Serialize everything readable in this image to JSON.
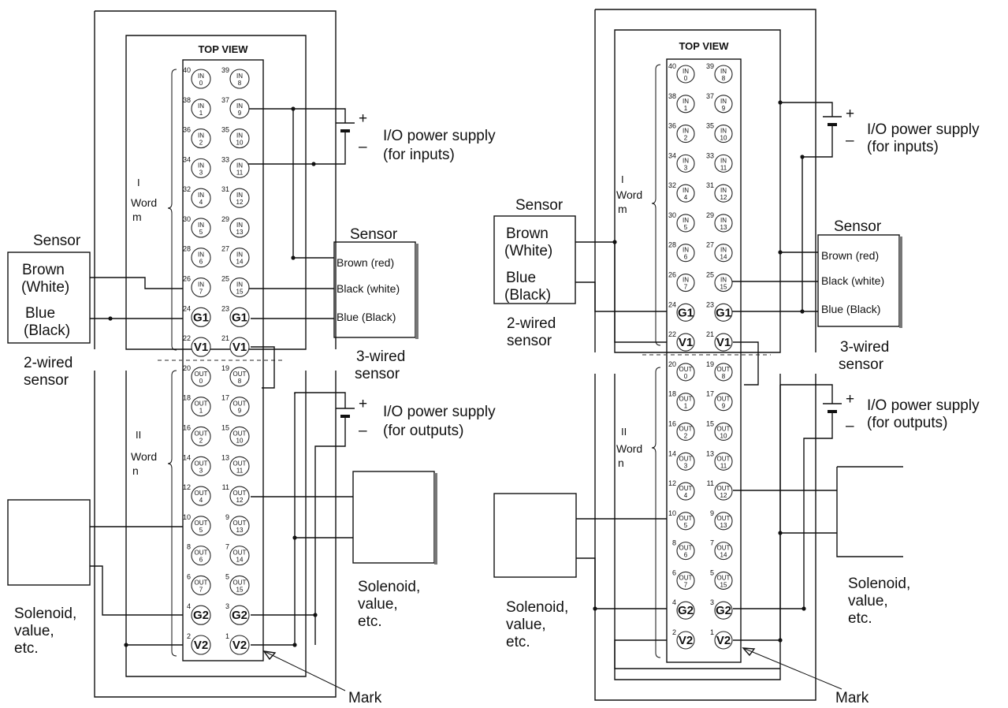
{
  "top_view": "TOP VIEW",
  "io_inputs": [
    "I/O power supply",
    "(for inputs)"
  ],
  "io_outputs": [
    "I/O power supply",
    "(for outputs)"
  ],
  "sensor": "Sensor",
  "brown_white": [
    "Brown",
    "(White)"
  ],
  "blue_black": [
    "Blue",
    "(Black)"
  ],
  "two_wired": [
    "2-wired",
    "sensor"
  ],
  "three_wired": [
    "3-wired",
    "sensor"
  ],
  "three_wire_leads": [
    "Brown (red)",
    "Black (white)",
    "Blue (Black)"
  ],
  "solenoid": [
    "Solenoid,",
    "value,",
    "etc."
  ],
  "mark": "Mark",
  "word_m": [
    "I",
    "Word",
    "m"
  ],
  "word_n": [
    "II",
    "Word",
    "n"
  ],
  "plus": "+",
  "minus": "–",
  "terminal_rows": [
    {
      "lp": "40",
      "lt": [
        "IN",
        "0"
      ],
      "rp": "39",
      "rt": [
        "IN",
        "8"
      ]
    },
    {
      "lp": "38",
      "lt": [
        "IN",
        "1"
      ],
      "rp": "37",
      "rt": [
        "IN",
        "9"
      ]
    },
    {
      "lp": "36",
      "lt": [
        "IN",
        "2"
      ],
      "rp": "35",
      "rt": [
        "IN",
        "10"
      ]
    },
    {
      "lp": "34",
      "lt": [
        "IN",
        "3"
      ],
      "rp": "33",
      "rt": [
        "IN",
        "11"
      ]
    },
    {
      "lp": "32",
      "lt": [
        "IN",
        "4"
      ],
      "rp": "31",
      "rt": [
        "IN",
        "12"
      ]
    },
    {
      "lp": "30",
      "lt": [
        "IN",
        "5"
      ],
      "rp": "29",
      "rt": [
        "IN",
        "13"
      ]
    },
    {
      "lp": "28",
      "lt": [
        "IN",
        "6"
      ],
      "rp": "27",
      "rt": [
        "IN",
        "14"
      ]
    },
    {
      "lp": "26",
      "lt": [
        "IN",
        "7"
      ],
      "rp": "25",
      "rt": [
        "IN",
        "15"
      ]
    },
    {
      "lp": "24",
      "lt": [
        "G1"
      ],
      "rp": "23",
      "rt": [
        "G1"
      ]
    },
    {
      "lp": "22",
      "lt": [
        "V1"
      ],
      "rp": "21",
      "rt": [
        "V1"
      ]
    },
    {
      "lp": "20",
      "lt": [
        "OUT",
        "0"
      ],
      "rp": "19",
      "rt": [
        "OUT",
        "8"
      ]
    },
    {
      "lp": "18",
      "lt": [
        "OUT",
        "1"
      ],
      "rp": "17",
      "rt": [
        "OUT",
        "9"
      ]
    },
    {
      "lp": "16",
      "lt": [
        "OUT",
        "2"
      ],
      "rp": "15",
      "rt": [
        "OUT",
        "10"
      ]
    },
    {
      "lp": "14",
      "lt": [
        "OUT",
        "3"
      ],
      "rp": "13",
      "rt": [
        "OUT",
        "11"
      ]
    },
    {
      "lp": "12",
      "lt": [
        "OUT",
        "4"
      ],
      "rp": "11",
      "rt": [
        "OUT",
        "12"
      ]
    },
    {
      "lp": "10",
      "lt": [
        "OUT",
        "5"
      ],
      "rp": "9",
      "rt": [
        "OUT",
        "13"
      ]
    },
    {
      "lp": "8",
      "lt": [
        "OUT",
        "6"
      ],
      "rp": "7",
      "rt": [
        "OUT",
        "14"
      ]
    },
    {
      "lp": "6",
      "lt": [
        "OUT",
        "7"
      ],
      "rp": "5",
      "rt": [
        "OUT",
        "15"
      ]
    },
    {
      "lp": "4",
      "lt": [
        "G2"
      ],
      "rp": "3",
      "rt": [
        "G2"
      ]
    },
    {
      "lp": "2",
      "lt": [
        "V2"
      ],
      "rp": "1",
      "rt": [
        "V2"
      ]
    }
  ]
}
